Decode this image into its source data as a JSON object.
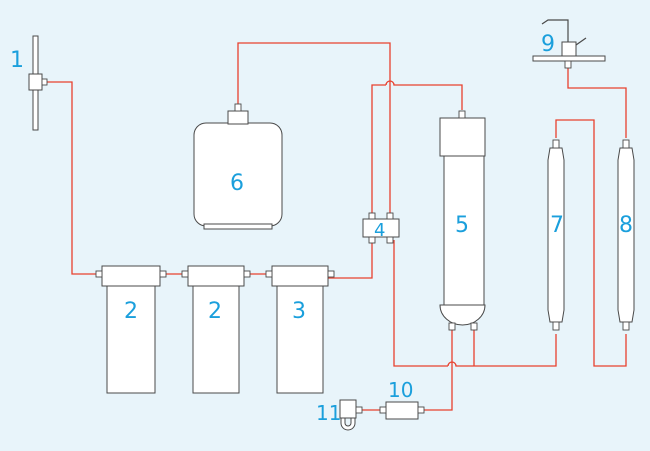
{
  "diagram": {
    "label_color": "#1a9fdc",
    "pipe_color": "#e8402e",
    "background": "#e8f4fa",
    "labels": {
      "inlet_valve": "1",
      "prefilter_a": "2",
      "prefilter_b": "2",
      "prefilter_c": "3",
      "tee_valve": "4",
      "membrane": "5",
      "tank": "6",
      "post_filter_a": "7",
      "post_filter_b": "8",
      "faucet": "9",
      "flow_restrictor": "10",
      "drain_saddle": "11"
    }
  }
}
